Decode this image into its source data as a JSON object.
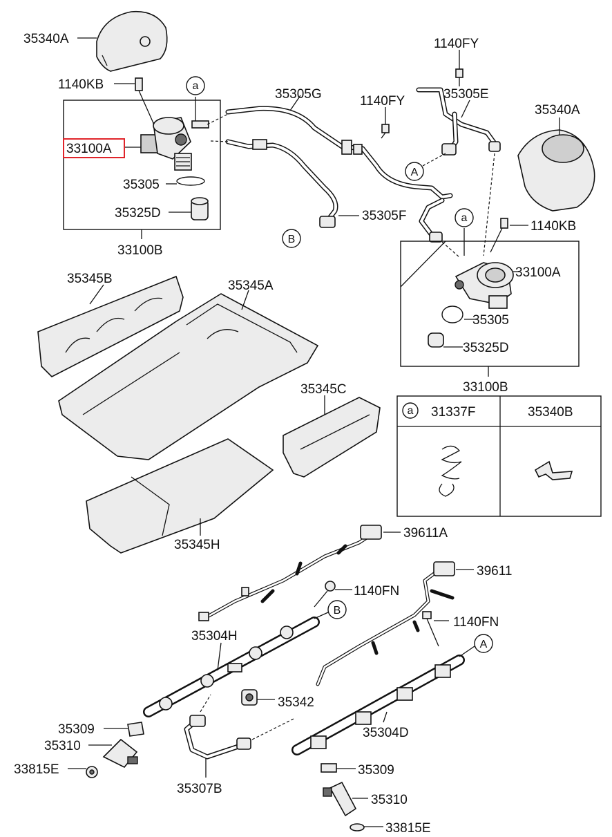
{
  "diagram": {
    "labels": {
      "cover_a_top_left": "35340A",
      "bolt_kb_top": "1140KB",
      "pump_left_highlighted": "33100A",
      "oring_left": "35305",
      "cap_left": "35325D",
      "pump_group_left": "33100B",
      "bolt_fy_top_right": "1140FY",
      "pipe_e": "35305E",
      "cover_a_right": "35340A",
      "bolt_fy_mid": "1140FY",
      "pipe_g": "35305G",
      "pipe_f": "35305F",
      "bolt_kb_right": "1140KB",
      "pump_right": "33100A",
      "oring_right": "35305",
      "cap_right": "35325D",
      "pump_group_right": "33100B",
      "cover_b": "35345B",
      "cover_a_engine": "35345A",
      "cover_c": "35345C",
      "cover_h": "35345H",
      "harness_a": "39611A",
      "harness": "39611",
      "bolt_fn_top": "1140FN",
      "bolt_fn_right": "1140FN",
      "rail_h": "35304H",
      "sensor": "35342",
      "clip_left": "35309",
      "injector_left": "35310",
      "seal_left": "33815E",
      "pipe_b": "35307B",
      "rail_d": "35304D",
      "clip_right": "35309",
      "injector_right": "35310",
      "seal_right": "33815E"
    },
    "refs": {
      "a_top": "a",
      "A_mid": "A",
      "B_left": "B",
      "a_right": "a",
      "B_rail": "B",
      "A_rail": "A"
    },
    "legend_table": {
      "ref": "a",
      "col1": "31337F",
      "col2": "35340B"
    },
    "colors": {
      "highlight": "#e0242a"
    }
  }
}
